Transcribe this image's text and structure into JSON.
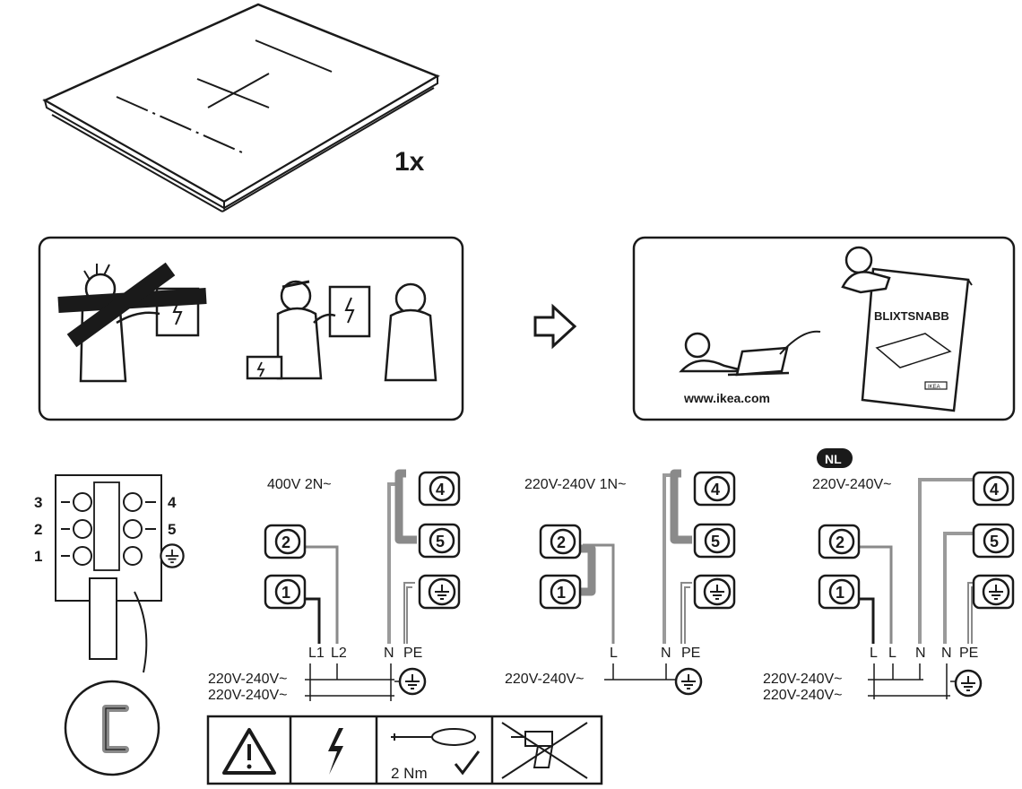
{
  "product": {
    "quantity_label": "1x"
  },
  "info_panel": {
    "website": "www.ikea.com",
    "manual_title": "BLIXTSNABB",
    "brand_badge": "IKEA"
  },
  "terminal_block": {
    "left_numbers": [
      "3",
      "2",
      "1"
    ],
    "right_numbers": [
      "4",
      "5"
    ]
  },
  "wiring": [
    {
      "voltage_title": "400V 2N~",
      "country_badge": "",
      "terminals": [
        "4",
        "5",
        "2",
        "1"
      ],
      "conductor_labels": [
        "L1",
        "L2",
        "N",
        "PE"
      ],
      "supply_labels": [
        "220V-240V~",
        "220V-240V~"
      ]
    },
    {
      "voltage_title": "220V-240V 1N~",
      "country_badge": "",
      "terminals": [
        "4",
        "5",
        "2",
        "1"
      ],
      "conductor_labels": [
        "L",
        "N",
        "PE"
      ],
      "supply_labels": [
        "220V-240V~"
      ]
    },
    {
      "voltage_title": "220V-240V~",
      "country_badge": "NL",
      "terminals": [
        "4",
        "5",
        "2",
        "1"
      ],
      "conductor_labels": [
        "L",
        "L",
        "N",
        "N",
        "PE"
      ],
      "supply_labels": [
        "220V-240V~",
        "220V-240V~"
      ]
    }
  ],
  "tool_strip": {
    "torque_label": "2 Nm"
  },
  "icons": [
    "warning-triangle-icon",
    "lightning-bolt-icon",
    "screwdriver-icon",
    "checkmark-icon",
    "no-power-drill-icon",
    "earth-ground-icon",
    "arrow-right-icon",
    "laptop-icon",
    "manual-booklet-icon"
  ]
}
